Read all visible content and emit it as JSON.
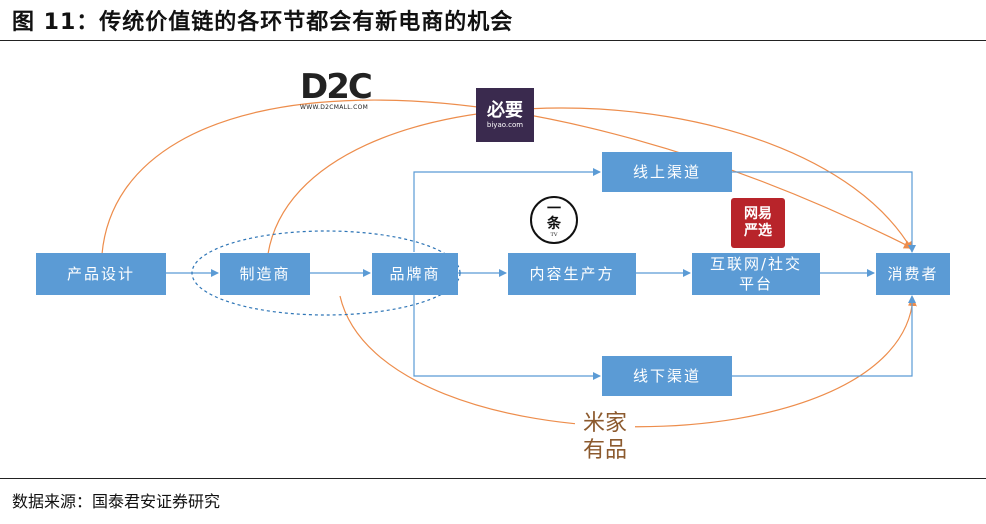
{
  "figure": {
    "title": "图 11：传统价值链的各环节都会有新电商的机会",
    "source": "数据来源：国泰君安证券研究"
  },
  "nodes": {
    "product_design": "产品设计",
    "manufacturer": "制造商",
    "brand": "品牌商",
    "content_producer": "内容生产方",
    "internet_social": "互联网/社交\n平台",
    "consumer": "消费者",
    "online_channel": "线上渠道",
    "offline_channel": "线下渠道"
  },
  "logos": {
    "d2c": {
      "mark": "D2C",
      "sub": "WWW.D2CMALL.COM",
      "icon": "d2c-logo"
    },
    "biyao": {
      "mark": "必要",
      "sub": "biyao.com",
      "icon": "biyao-logo"
    },
    "yitiao": {
      "mark": "一\n条",
      "sub": "TV",
      "icon": "yitiao-logo"
    },
    "wangyi": {
      "mark": "网易\n严选",
      "icon": "netease-yanxuan-logo"
    },
    "mijia": {
      "mark": "米家\n有品",
      "icon": "mijia-youpin-logo"
    }
  },
  "colors": {
    "box": "#5b9bd5",
    "arrow_blue": "#5b9bd5",
    "arrow_orange": "#ed8d4c",
    "ellipse": "#2e75b6"
  }
}
